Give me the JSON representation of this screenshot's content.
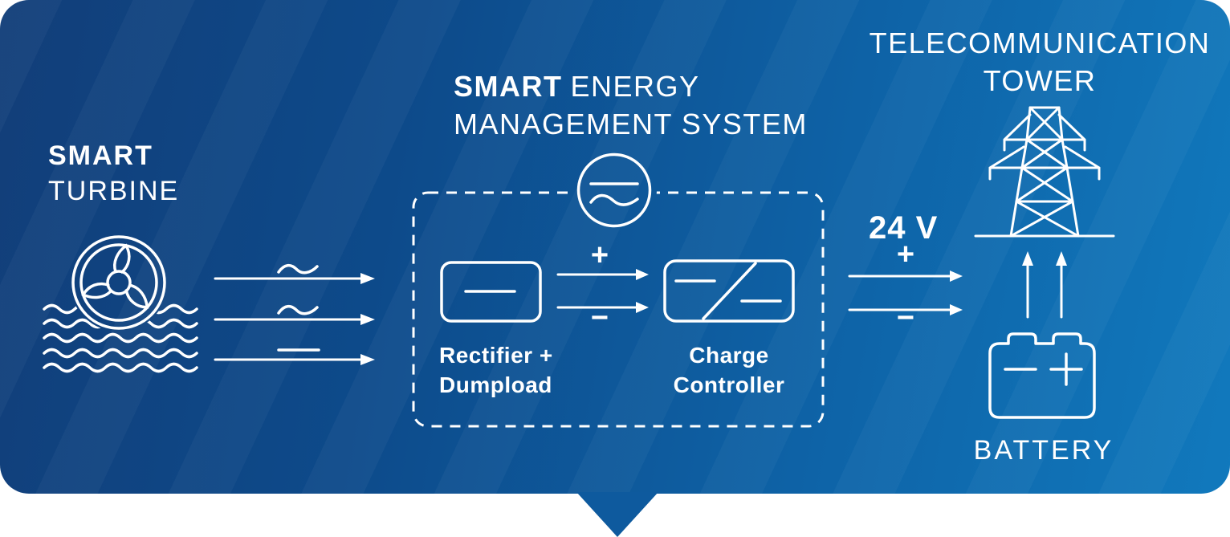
{
  "colors": {
    "panel_gradient": [
      "#123e79",
      "#0d4a8a",
      "#0e63a7",
      "#1179bd"
    ],
    "tail": "#0e5a9e",
    "line_and_text": "#ffffff"
  },
  "turbine": {
    "title_bold": "SMART",
    "title_line2": "TURBINE",
    "icon": "water-turbine-icon",
    "flow_symbols": [
      "ac-wave",
      "ac-wave",
      "dc-line"
    ]
  },
  "ems": {
    "title_bold": "SMART",
    "title_regular": "ENERGY",
    "title_line2": "MANAGEMENT SYSTEM",
    "converter_icon": "ac-dc-converter-icon",
    "rectifier_line1": "Rectifier +",
    "rectifier_line2": "Dumpload",
    "charge_line1": "Charge",
    "charge_line2": "Controller",
    "link_plus": "+",
    "link_minus": "−"
  },
  "output": {
    "voltage": "24 V",
    "plus": "+",
    "minus": "−"
  },
  "tower": {
    "title_line1": "TELECOMMUNICATION",
    "title_line2": "TOWER",
    "icon": "transmission-tower-icon"
  },
  "battery": {
    "label": "BATTERY",
    "icon": "battery-icon",
    "charge_arrows": "two-up-arrows"
  }
}
